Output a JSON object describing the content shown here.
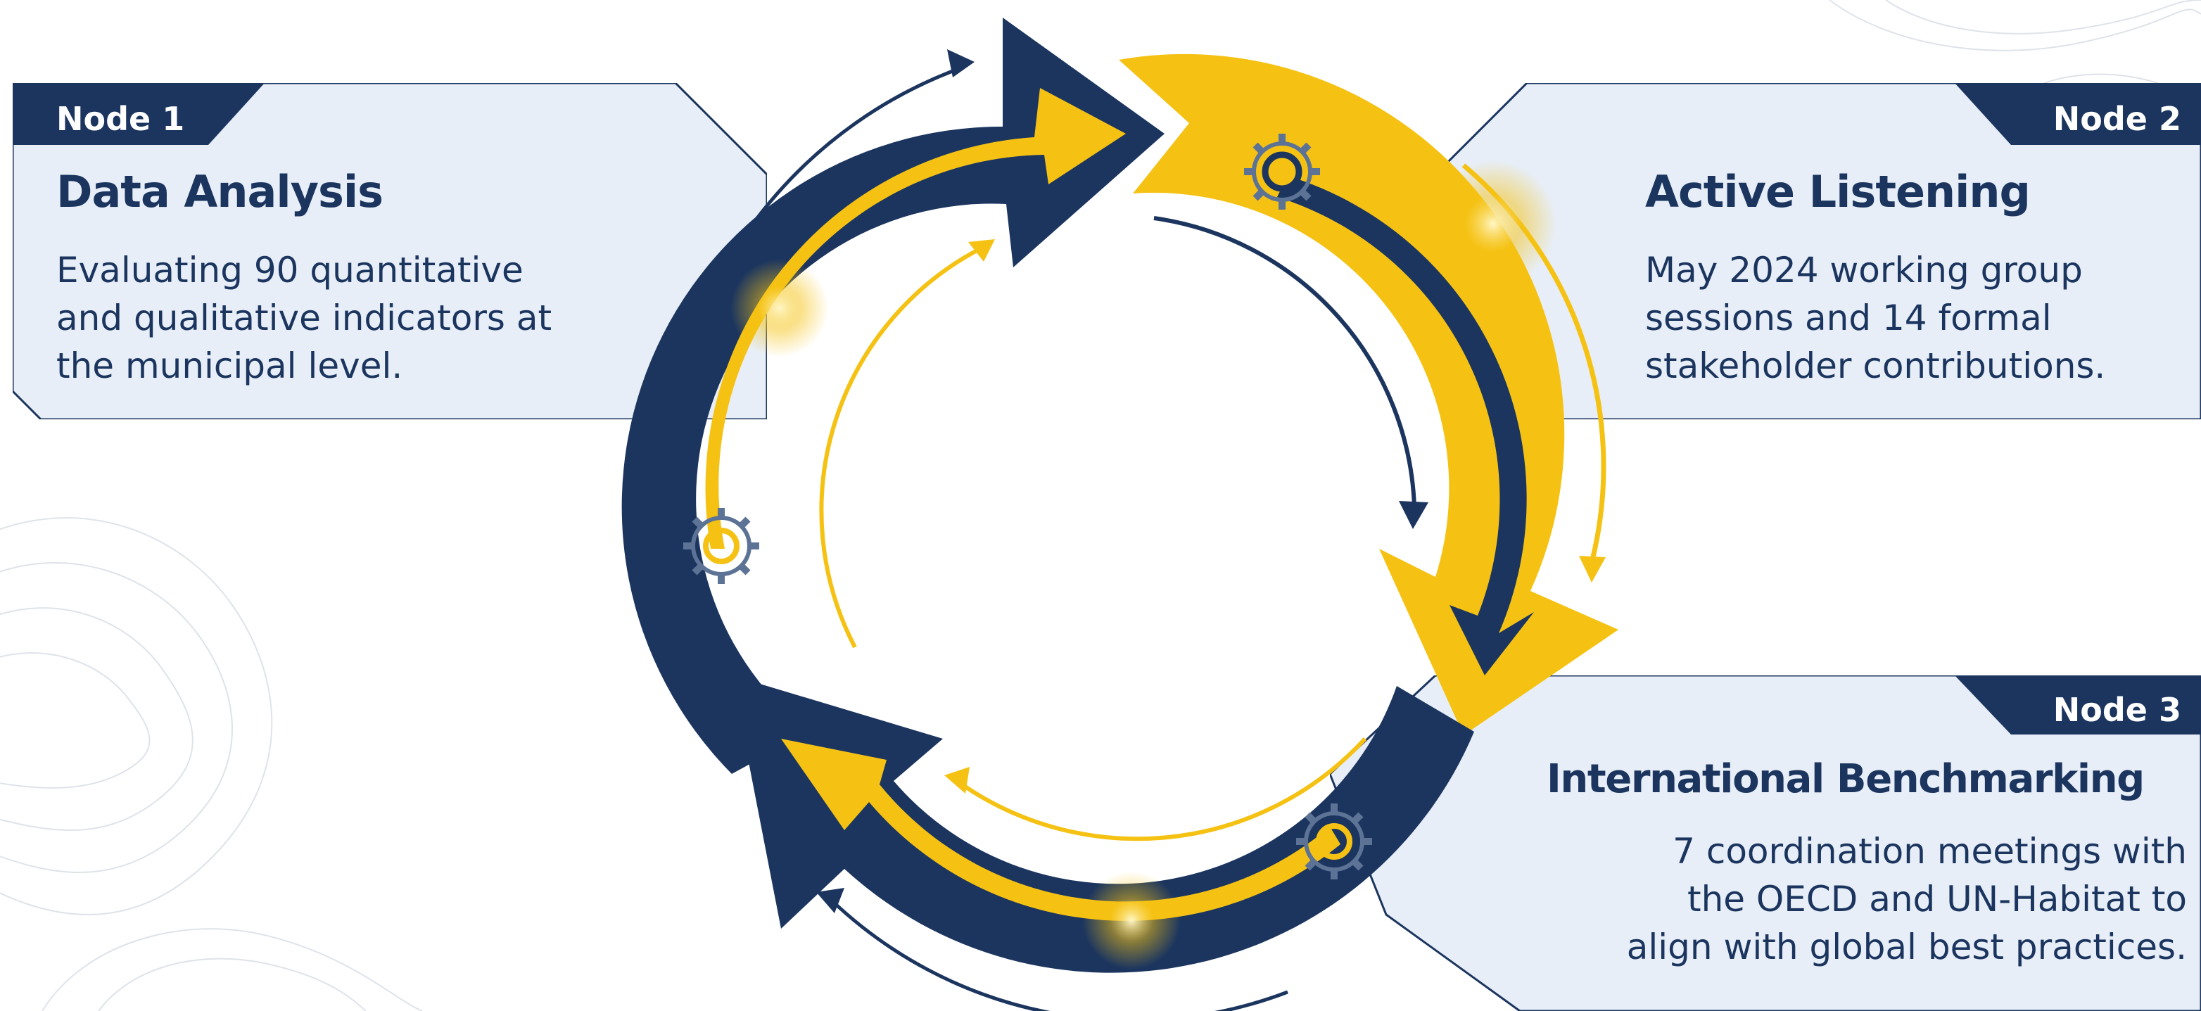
{
  "nodes": [
    {
      "tag": "Node 1",
      "title": "Data Analysis",
      "lines": [
        "Evaluating 90 quantitative",
        "and qualitative indicators at",
        "the municipal level."
      ]
    },
    {
      "tag": "Node 2",
      "title": "Active Listening",
      "lines": [
        "May 2024 working group",
        "sessions and 14 formal",
        "stakeholder contributions."
      ]
    },
    {
      "tag": "Node 3",
      "title": "International Benchmarking",
      "lines": [
        "7 coordination meetings with",
        "the OECD and UN-Habitat to",
        "align with global best practices."
      ]
    }
  ],
  "colors": {
    "navy": "#1b355f",
    "gold": "#f5c214",
    "card": "#e7eef7"
  },
  "icons": [
    "gear-icon",
    "cycle-arrow-icon"
  ]
}
